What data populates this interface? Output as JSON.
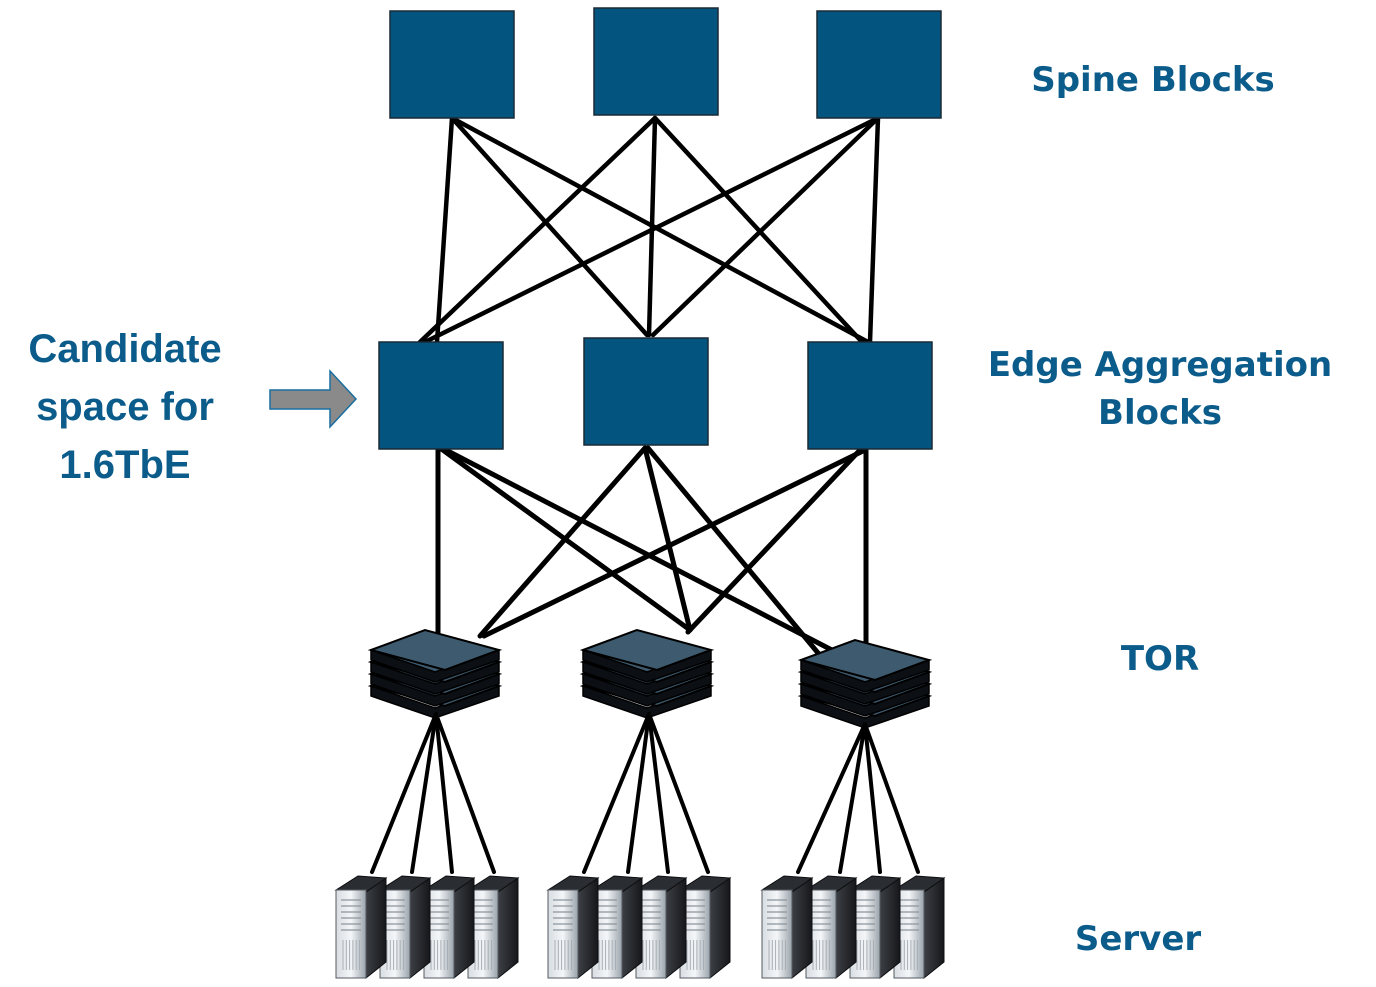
{
  "colors": {
    "label": "#0b5c8b",
    "block_fill": "#03547f",
    "block_stroke": "#1a2a35",
    "link": "#000000",
    "tor_layer": "#3d5a6e",
    "arrow_fill": "#8a8a8a",
    "arrow_stroke": "#1a6fa0"
  },
  "labels": {
    "spine": "Spine Blocks",
    "edge_line1": "Edge Aggregation",
    "edge_line2": "Blocks",
    "tor": "TOR",
    "server": "Server",
    "candidate_line1": "Candidate",
    "candidate_line2": "space for",
    "candidate_line3": "1.6TbE"
  },
  "icons": {
    "arrow": "right-arrow-icon",
    "switch": "stacked-switch-icon",
    "server": "server-tower-icon"
  },
  "layers": {
    "spine_blocks": 3,
    "edge_aggregation_blocks": 3,
    "tor_switches": 3,
    "servers_per_tor": 4
  }
}
